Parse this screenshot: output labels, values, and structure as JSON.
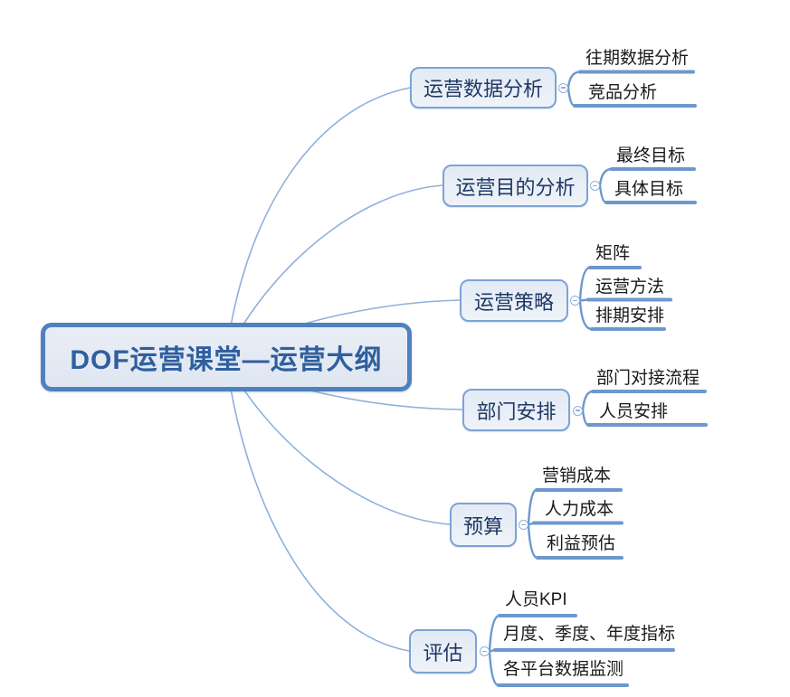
{
  "mindmap": {
    "root": {
      "label": "DOF运营课堂—运营大纲"
    },
    "branches": [
      {
        "label": "运营数据分析",
        "children": [
          "往期数据分析",
          "竞品分析"
        ]
      },
      {
        "label": "运营目的分析",
        "children": [
          "最终目标",
          "具体目标"
        ]
      },
      {
        "label": "运营策略",
        "children": [
          "矩阵",
          "运营方法",
          "排期安排"
        ]
      },
      {
        "label": "部门安排",
        "children": [
          "部门对接流程",
          "人员安排"
        ]
      },
      {
        "label": "预算",
        "children": [
          "营销成本",
          "人力成本",
          "利益预估"
        ]
      },
      {
        "label": "评估",
        "children": [
          "人员KPI",
          "月度、季度、年度指标",
          "各平台数据监测"
        ]
      }
    ],
    "collapse_handle_glyph": "minus"
  },
  "colors": {
    "bg": "#ffffff",
    "root-border": "#4f81bd",
    "root-text": "#2f5f9e",
    "branch-border": "#7ca3d6",
    "branch-text": "#1f3864",
    "child-text": "#1a1a1a",
    "line": "#8fb0dc",
    "underline": "#6d98ce"
  }
}
